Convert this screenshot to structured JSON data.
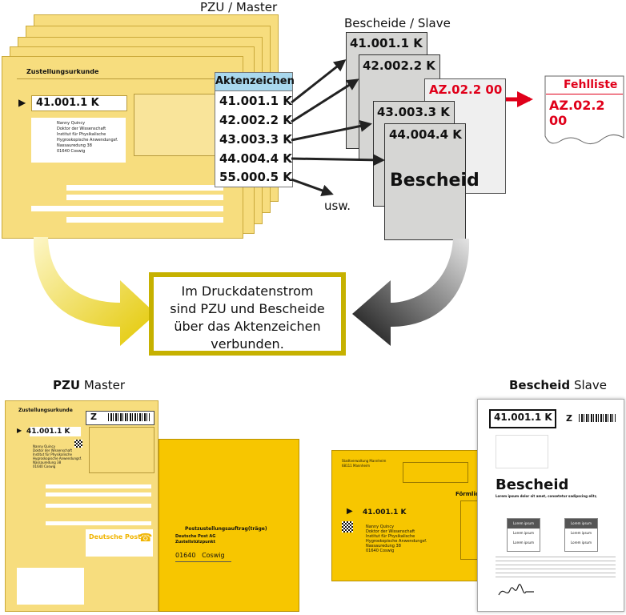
{
  "top": {
    "master_label": "PZU / Master",
    "slave_label": "Bescheide / Slave",
    "form_title": "Zustellungsurkunde",
    "form_aktenzeichen": "41.001.1 K",
    "form_address": [
      "Nanny Quincy",
      "Doktor der Wissenschaft",
      "Institut für Physikalische",
      "Hygroskopische Anwendungsf.",
      "Nassauredung 38",
      "01640 Coswig"
    ],
    "aktenzeichen_header": "Aktenzeichen",
    "aktenzeichen_list": [
      "41.001.1 K",
      "42.002.2 K",
      "43.003.3 K",
      "44.004.4 K",
      "55.000.5 K"
    ],
    "usw": "usw.",
    "slave_cards": [
      "41.001.1 K",
      "42.002.2 K",
      "AZ.02.2 00",
      "43.003.3 K",
      "44.004.4 K"
    ],
    "bescheid_word": "Bescheid",
    "fehlliste_title": "Fehlliste",
    "fehlliste_value": "AZ.02.2 00"
  },
  "center_text": [
    "Im Druckdatenstrom",
    "sind PZU und Bescheide",
    "über das Aktenzeichen",
    "verbunden."
  ],
  "bottom": {
    "pzu_bold": "PZU",
    "pzu_rest": " Master",
    "bescheid_bold": "Bescheid",
    "bescheid_rest": " Slave",
    "pzu_form_title": "Zustellungsurkunde",
    "pzu_form_az": "41.001.1 K",
    "pzu_z": "Z",
    "pzu_address": [
      "Nanny Quincy",
      "Doktor der Wissenschaft",
      "Institut für Physikalische",
      "Hygroskopische Anwendungsf.",
      "Nassauredung 38",
      "01640 Coswig"
    ],
    "deutsche_post": "Deutsche Post",
    "yellow_env_title": "Postzustellungsauftrag(träge)",
    "yellow_env_sender": [
      "Deutsche Post AG",
      "Zustellstützpunkt"
    ],
    "yellow_env_city": "01640   Coswig",
    "env2_absender": [
      "Stadtverwaltung Mannheim",
      "68111 Mannheim"
    ],
    "env2_az": "41.001.1 K",
    "env2_address": [
      "Nanny Quincy",
      "Doktor der Wissenschaft",
      "Institut für Physikalische",
      "Hygroskopische Anwendungsf.",
      "Nassauredung 38",
      "01640 Coswig"
    ],
    "env2_formlich": "Förmlich",
    "bescheid_doc_az": "41.001.1 K",
    "bescheid_doc_z": "Z",
    "bescheid_doc_title": "Bescheid",
    "lorem_box": [
      "Lorem ipsum",
      "Lorem ipsum",
      "Lorem ipsum"
    ],
    "lorem_bold": "Lorem ipsum dolor sit amet, consetetur sadipscing elitr,"
  },
  "colors": {
    "form_yellow": "#f7dd7e",
    "form_border": "#caa93a",
    "envelope_yellow": "#f7c600",
    "slave_gray": "#d6d6d4",
    "aktenzeichen_blue": "#a9d8ee",
    "red": "#e0001a",
    "box_border": "#c6b100"
  }
}
